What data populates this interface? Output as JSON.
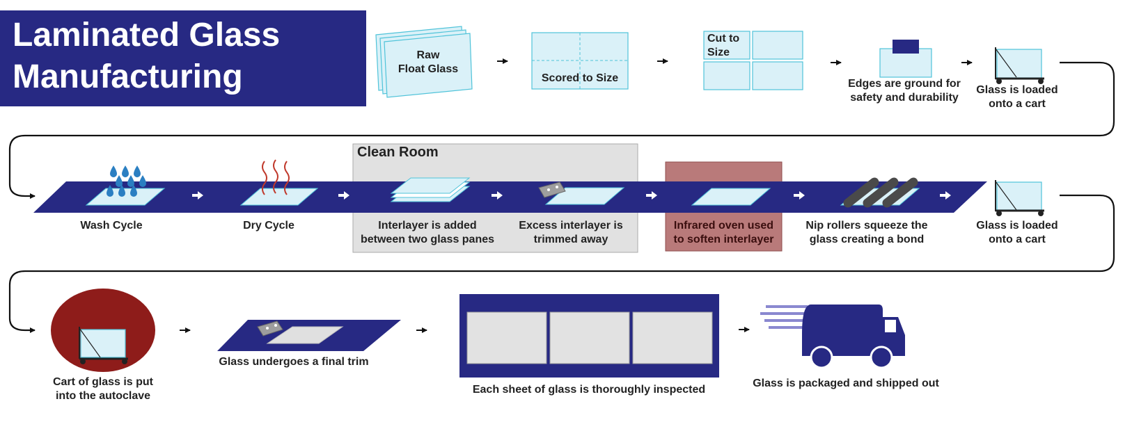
{
  "title": {
    "line1": "Laminated Glass",
    "line2": "Manufacturing"
  },
  "colors": {
    "navy": "#272983",
    "glass": "#daf1f8",
    "glass_edge": "#4fc3d9",
    "clean_room": "#e1e1e1",
    "oven": "#b97a7a",
    "autoclave": "#8e1c1a",
    "inspection_panel": "#e2e2e2",
    "roller": "#4a4a4a",
    "water": "#2b7fc2",
    "heat": "#c0392b",
    "arrow": "#111111"
  },
  "row1": {
    "raw": {
      "line1": "Raw",
      "line2": "Float Glass"
    },
    "scored": "Scored to Size",
    "cut": {
      "line1": "Cut to",
      "line2": "Size"
    },
    "edges": {
      "line1": "Edges are ground for",
      "line2": "safety and durability"
    },
    "cart": {
      "line1": "Glass is loaded",
      "line2": "onto a cart"
    }
  },
  "row2": {
    "clean_room_title": "Clean Room",
    "wash": "Wash Cycle",
    "dry": "Dry Cycle",
    "interlayer": {
      "line1": "Interlayer is added",
      "line2": "between two glass panes"
    },
    "excess": {
      "line1": "Excess interlayer is",
      "line2": "trimmed away"
    },
    "infrared": {
      "line1": "Infrared oven used",
      "line2": "to soften interlayer"
    },
    "nip": {
      "line1": "Nip rollers squeeze the",
      "line2": "glass creating a bond"
    },
    "cart": {
      "line1": "Glass is loaded",
      "line2": "onto a cart"
    }
  },
  "row3": {
    "autoclave": {
      "line1": "Cart of glass is put",
      "line2": "into the autoclave"
    },
    "final_trim": "Glass undergoes a final trim",
    "inspect": "Each sheet of glass is thoroughly inspected",
    "ship": "Glass is packaged and shipped out"
  }
}
